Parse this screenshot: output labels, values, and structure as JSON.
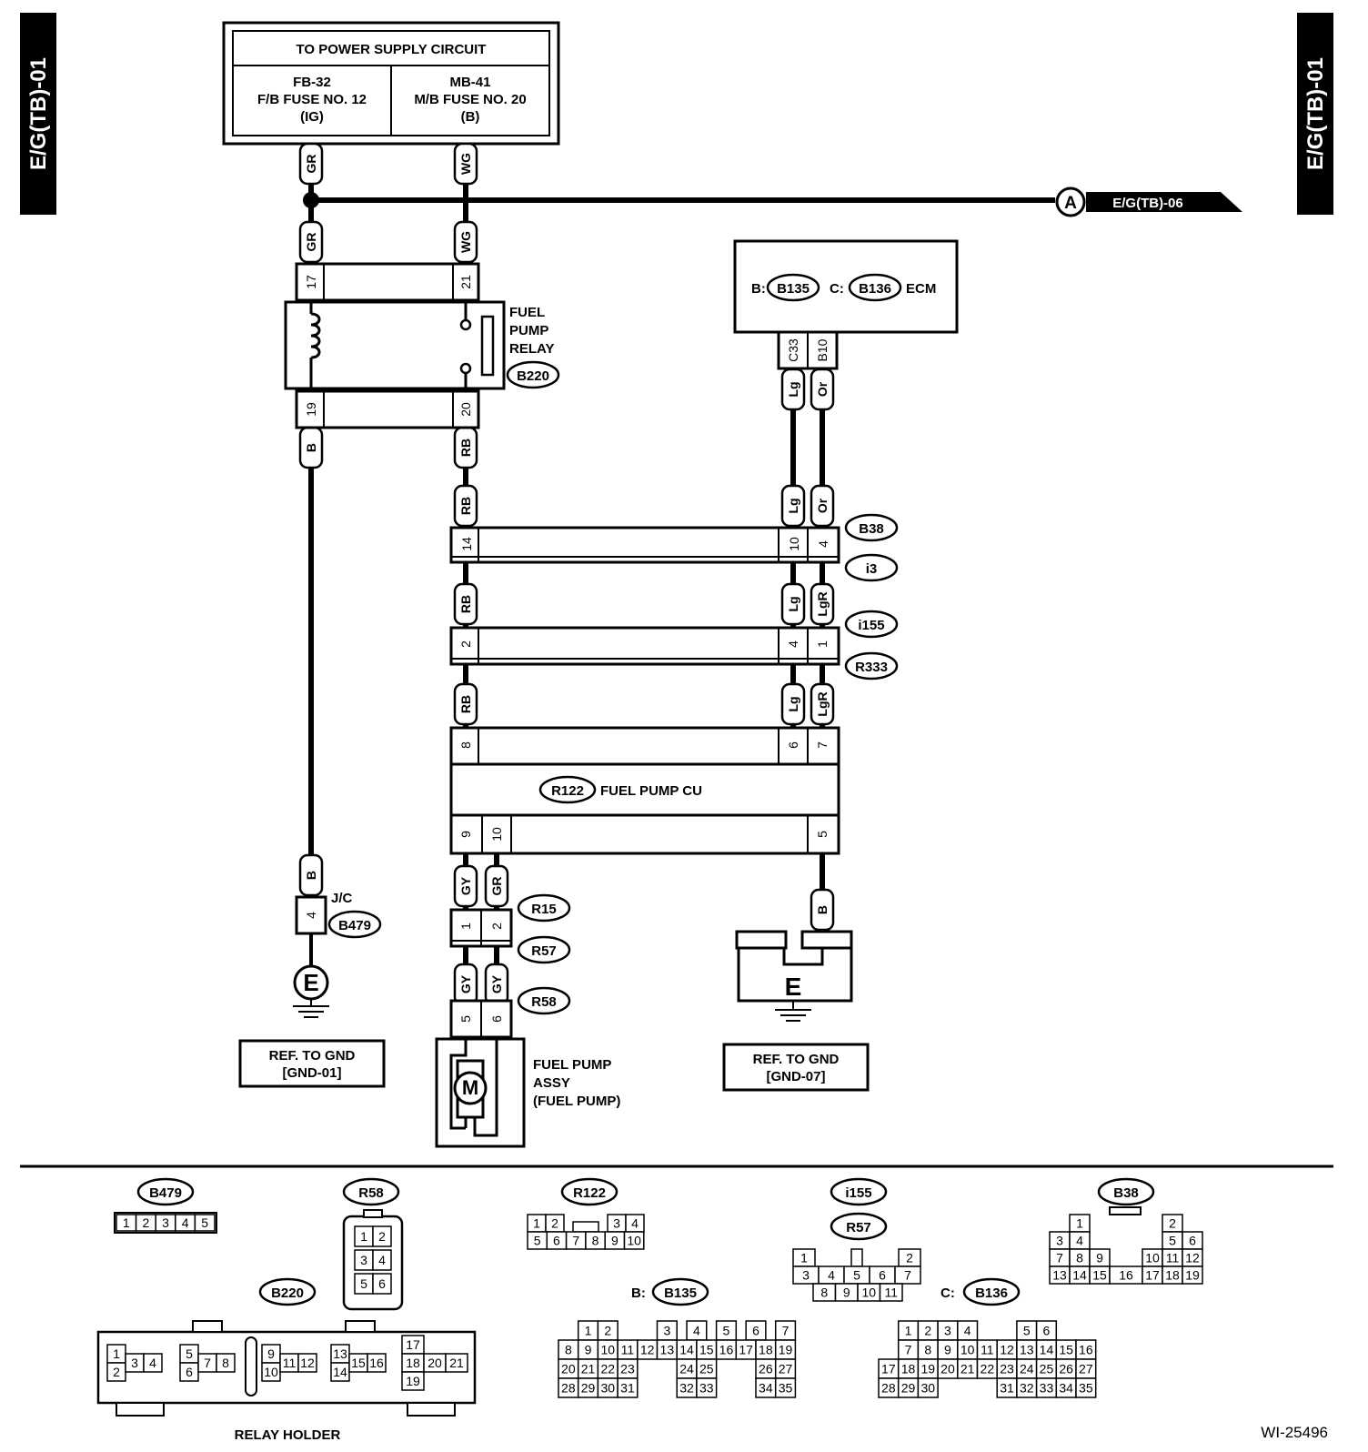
{
  "side_labels": {
    "left": "E/G(TB)-01",
    "right": "E/G(TB)-01"
  },
  "power_supply": {
    "title": "TO POWER SUPPLY CIRCUIT",
    "fuse_left": [
      "FB-32",
      "F/B FUSE NO. 12",
      "(IG)"
    ],
    "fuse_right": [
      "MB-41",
      "M/B FUSE NO. 20",
      "(B)"
    ]
  },
  "connector_ref": {
    "letter": "A",
    "target": "E/G(TB)-06"
  },
  "ecm": {
    "b_prefix": "B:",
    "b_id": "B135",
    "c_prefix": "C:",
    "c_id": "B136",
    "label": "ECM",
    "pins": [
      "C33",
      "B10"
    ]
  },
  "relay": {
    "name_lines": [
      "FUEL",
      "PUMP",
      "RELAY"
    ],
    "id": "B220",
    "pins_top": [
      "17",
      "21"
    ],
    "pins_bottom": [
      "19",
      "20"
    ]
  },
  "wires": {
    "gr": "GR",
    "wg": "WG",
    "b": "B",
    "rb": "RB",
    "lg": "Lg",
    "or": "Or",
    "lgr": "LgR",
    "gy": "GY"
  },
  "connectors": {
    "b38": "B38",
    "i3": "i3",
    "i155": "i155",
    "r333": "R333",
    "r15": "R15",
    "r57": "R57",
    "r58": "R58",
    "b479": "B479"
  },
  "pins": {
    "b38_row": [
      "14",
      "10",
      "4"
    ],
    "i155_row": [
      "2",
      "4",
      "1"
    ],
    "cu_top": [
      "8",
      "6",
      "7"
    ],
    "cu_bottom": [
      "9",
      "10",
      "5"
    ],
    "r15_row": [
      "1",
      "2"
    ],
    "r58_row": [
      "5",
      "6"
    ],
    "jc_pin": "4"
  },
  "fuel_pump_cu": {
    "id": "R122",
    "label": "FUEL PUMP CU"
  },
  "jc": {
    "label": "J/C"
  },
  "ground_symbol": "E",
  "ground_left": [
    "REF. TO GND",
    "[GND-01]"
  ],
  "ground_right": [
    "REF. TO GND",
    "[GND-07]"
  ],
  "motor": {
    "symbol": "M",
    "label": [
      "FUEL PUMP",
      "ASSY",
      "(FUEL PUMP)"
    ]
  },
  "connector_views": {
    "b479": {
      "id": "B479",
      "pins": [
        "1",
        "2",
        "3",
        "4",
        "5"
      ]
    },
    "r58": {
      "id": "R58",
      "pins": [
        "1",
        "2",
        "3",
        "4",
        "5",
        "6"
      ]
    },
    "r122": {
      "id": "R122",
      "row1": [
        "1",
        "2",
        "3",
        "4"
      ],
      "row2": [
        "5",
        "6",
        "7",
        "8",
        "9",
        "10"
      ]
    },
    "i155_r57": {
      "id1": "i155",
      "id2": "R57",
      "row1": [
        "1",
        "2"
      ],
      "row2": [
        "3",
        "4",
        "5",
        "6",
        "7"
      ],
      "row3": [
        "8",
        "9",
        "10",
        "11"
      ]
    },
    "b38": {
      "id": "B38",
      "row1": [
        "1",
        "2"
      ],
      "row2": [
        "3",
        "4",
        "5",
        "6"
      ],
      "row3": [
        "7",
        "8",
        "9",
        "10",
        "11",
        "12"
      ],
      "row4": [
        "13",
        "14",
        "15",
        "16",
        "17",
        "18",
        "19"
      ]
    },
    "b220": {
      "id": "B220",
      "label": "RELAY HOLDER",
      "pins": [
        "1",
        "2",
        "3",
        "4",
        "5",
        "6",
        "7",
        "8",
        "9",
        "10",
        "11",
        "12",
        "13",
        "14",
        "15",
        "16",
        "17",
        "18",
        "20",
        "21",
        "19"
      ]
    },
    "b135": {
      "prefix": "B:",
      "id": "B135",
      "row1": [
        "1",
        "2",
        "3",
        "4",
        "5",
        "6",
        "7"
      ],
      "row2": [
        "8",
        "9",
        "10",
        "11",
        "12",
        "13",
        "14",
        "15",
        "16",
        "17",
        "18",
        "19"
      ],
      "row3": [
        "20",
        "21",
        "22",
        "23",
        "24",
        "25",
        "26",
        "27"
      ],
      "row4": [
        "28",
        "29",
        "30",
        "31",
        "32",
        "33",
        "34",
        "35"
      ]
    },
    "b136": {
      "prefix": "C:",
      "id": "B136",
      "row1": [
        "1",
        "2",
        "3",
        "4",
        "5",
        "6"
      ],
      "row2": [
        "7",
        "8",
        "9",
        "10",
        "11",
        "12",
        "13",
        "14",
        "15",
        "16"
      ],
      "row3": [
        "17",
        "18",
        "19",
        "20",
        "21",
        "22",
        "23",
        "24",
        "25",
        "26",
        "27"
      ],
      "row4": [
        "28",
        "29",
        "30",
        "31",
        "32",
        "33",
        "34",
        "35"
      ]
    }
  },
  "figure_id": "WI-25496"
}
